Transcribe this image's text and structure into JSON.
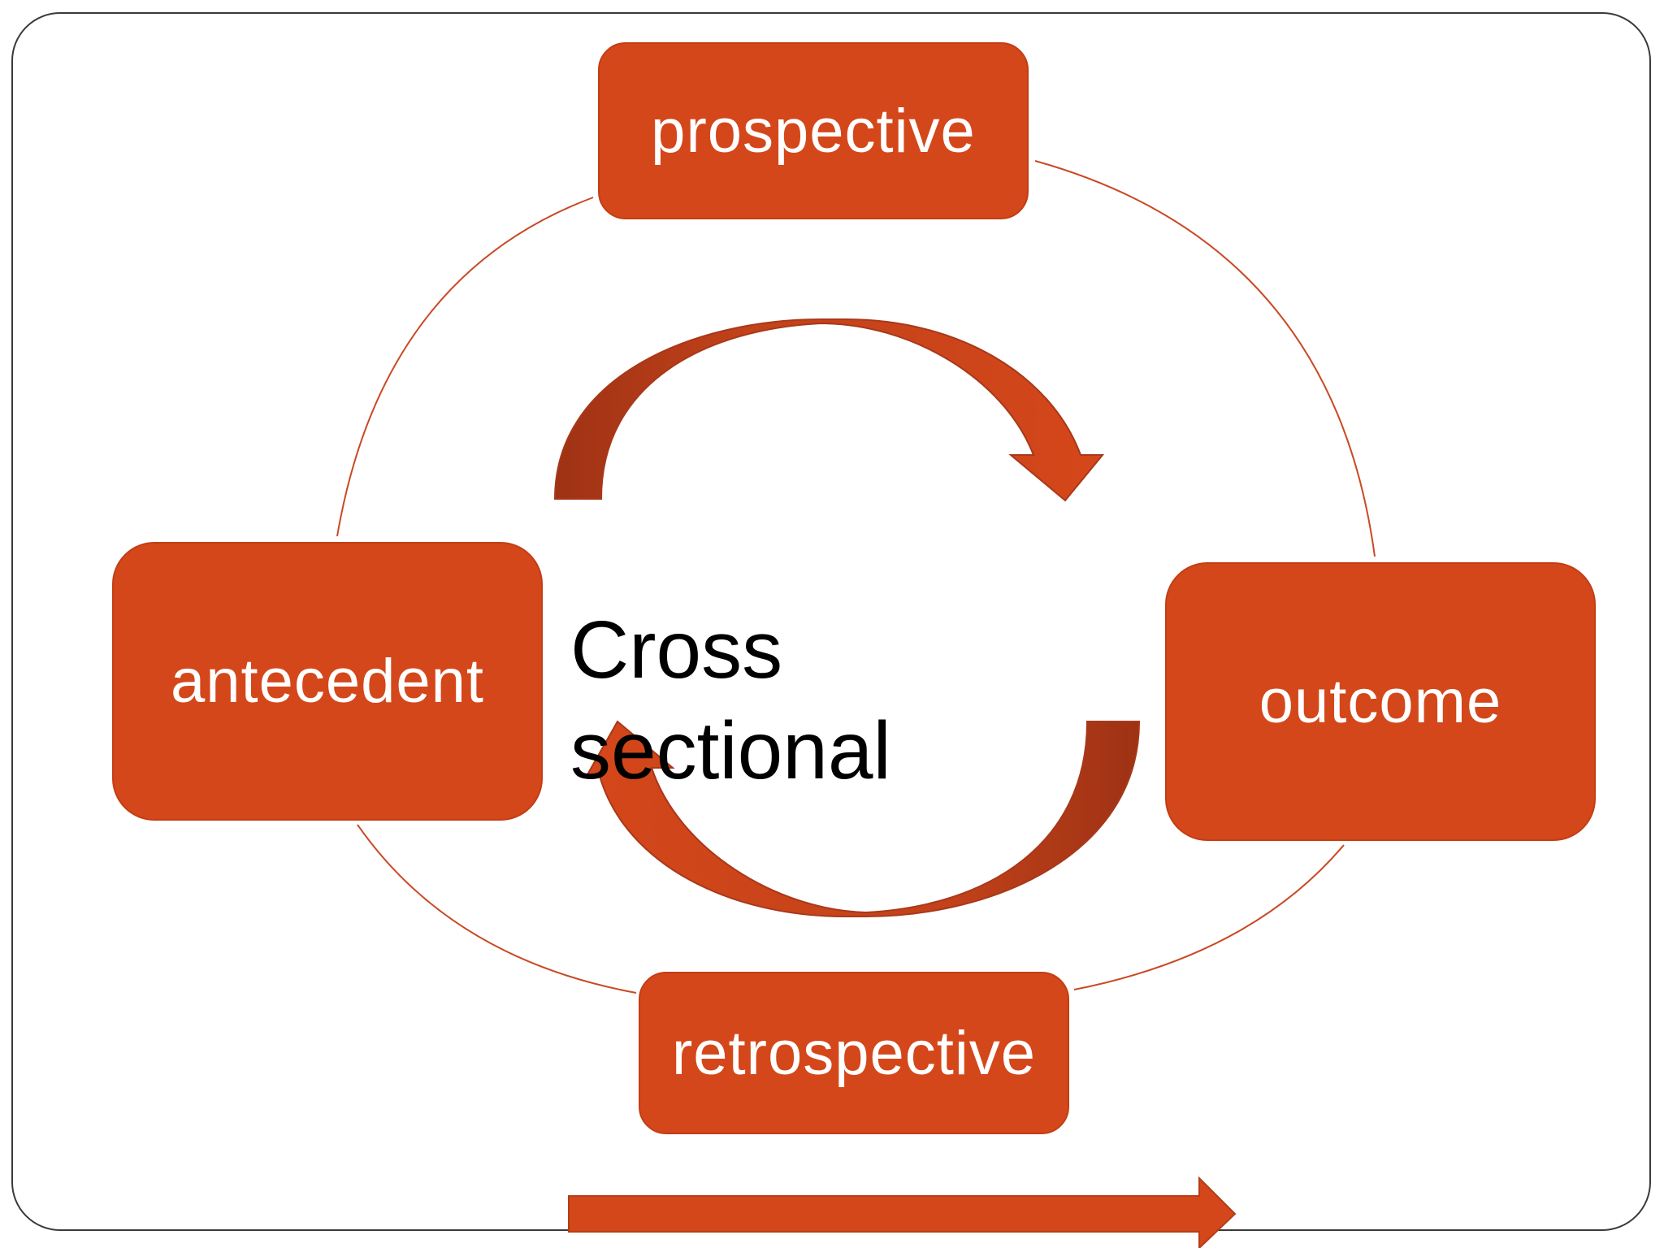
{
  "diagram": {
    "nodes": {
      "prospective": "prospective",
      "antecedent": "antecedent",
      "outcome": "outcome",
      "retrospective": "retrospective"
    },
    "center_label": {
      "line1": "Cross",
      "line2": "sectional"
    },
    "colors": {
      "node_fill": "#d4471a",
      "node_text": "#ffffff",
      "connector_line": "#c94a24",
      "arrow_fill": "#d4471a",
      "arrow_shadow": "#9e3214",
      "frame_border": "#3a3a3a"
    }
  }
}
